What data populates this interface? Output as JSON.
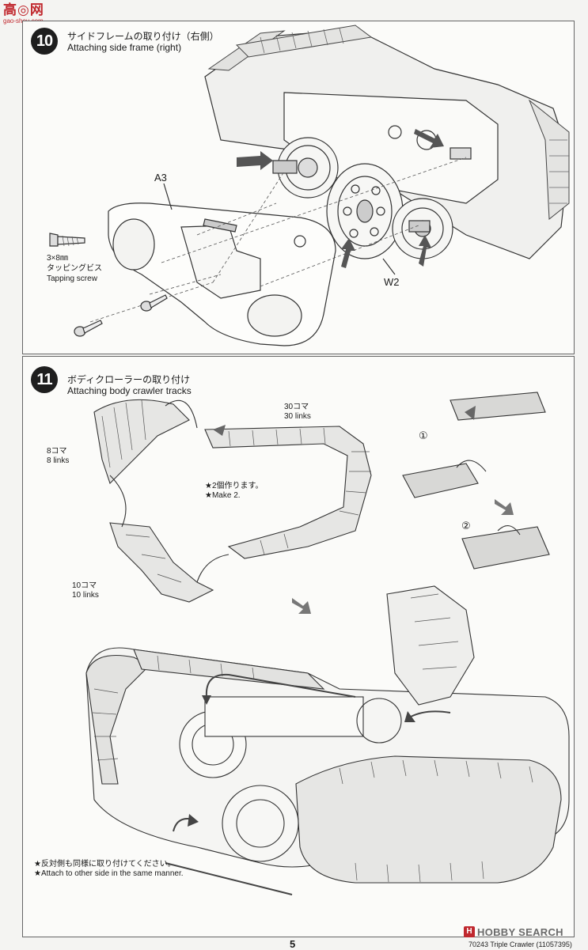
{
  "watermark_top": {
    "glyphs": "高◎网",
    "url": "gao-shou.com"
  },
  "step10": {
    "number": "10",
    "title_jp": "サイドフレームの取り付け（右側）",
    "title_en": "Attaching side frame (right)",
    "part_a3": "A3",
    "part_w2": "W2",
    "screw_size": "3×8㎜",
    "screw_jp": "タッピングビス",
    "screw_en": "Tapping screw"
  },
  "step11": {
    "number": "11",
    "title_jp": "ボディクローラーの取り付け",
    "title_en": "Attaching body crawler tracks",
    "links30_jp": "30コマ",
    "links30_en": "30 links",
    "links8_jp": "8コマ",
    "links8_en": "8 links",
    "links10_jp": "10コマ",
    "links10_en": "10 links",
    "make2_jp": "★2個作ります。",
    "make2_en": "★Make 2.",
    "sub1": "①",
    "sub2": "②",
    "other_side_jp": "★反対側も同様に取り付けてください。",
    "other_side_en": "★Attach to other side in the same manner."
  },
  "footer": {
    "page_number": "5",
    "code": "70243 Triple Crawler (11057395)",
    "watermark_logo": "H",
    "watermark_text": "HOBBY SEARCH"
  }
}
